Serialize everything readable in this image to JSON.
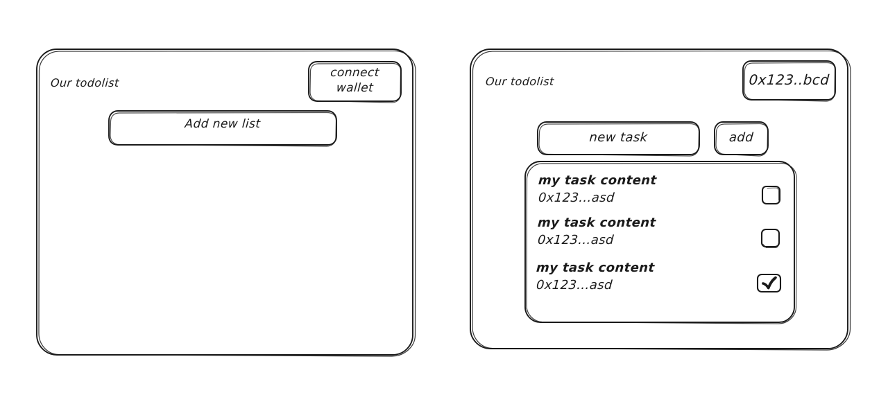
{
  "meta": {
    "style": "hand-drawn wireframe",
    "background_color": "#ffffff",
    "ink_color": "#1a1a1a"
  },
  "panels": [
    {
      "id": "disconnected",
      "title": "Our todolist",
      "wallet_button": {
        "line1": "connect",
        "line2": "wallet"
      },
      "add_list_button": {
        "label": "Add new list"
      }
    },
    {
      "id": "connected",
      "title": "Our todolist",
      "wallet_badge": {
        "label": "0x123..bcd"
      },
      "new_task_input": {
        "value": "new task",
        "placeholder": "new task"
      },
      "add_button": {
        "label": "add"
      },
      "tasks": [
        {
          "content": "my task content",
          "address": "0x123...asd",
          "checked": false,
          "checkbox_glyph": ""
        },
        {
          "content": "my task content",
          "address": "0x123...asd",
          "checked": false,
          "checkbox_glyph": ""
        },
        {
          "content": "my task content",
          "address": "0x123...asd",
          "checked": true,
          "checkbox_glyph": "✔"
        }
      ]
    }
  ]
}
